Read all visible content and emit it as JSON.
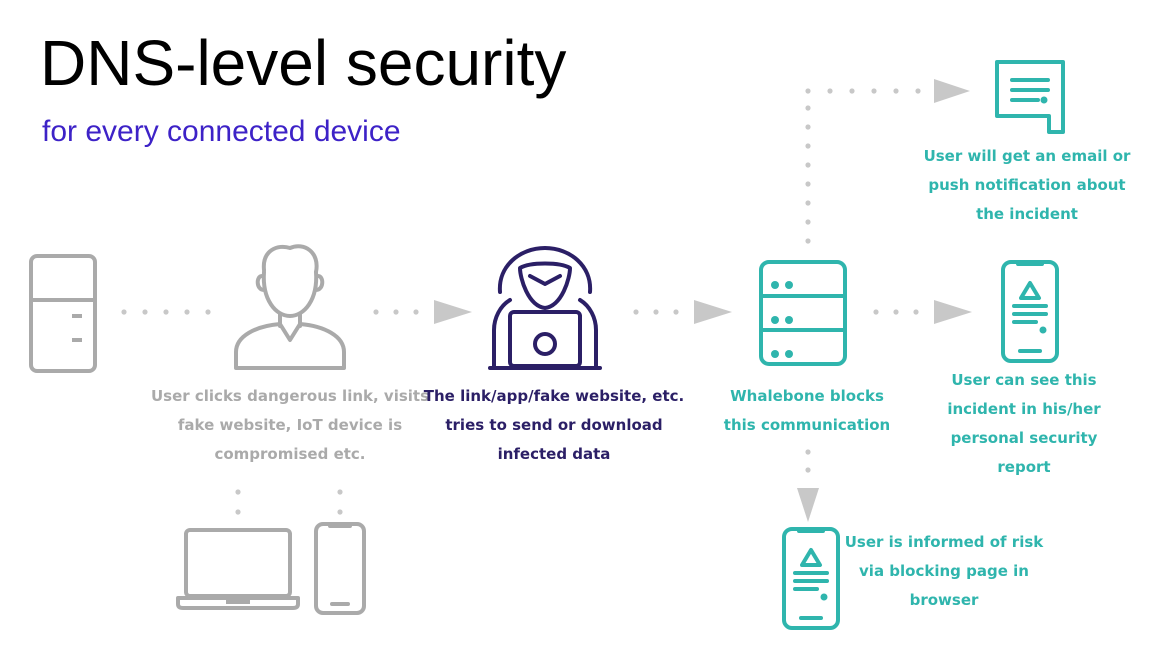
{
  "header": {
    "title": "DNS-level security",
    "subtitle": "for every connected device"
  },
  "steps": {
    "user_action": "User clicks dangerous link, visits fake website, IoT device is compromised etc.",
    "threat": "The link/app/fake website, etc. tries to send or download infected data",
    "whalebone": "Whalebone blocks this communication",
    "notification": "User will get an email or push notification about the incident",
    "report": "User can see this incident in his/her personal security report",
    "blocking_page": "User is informed of risk via blocking page in browser"
  },
  "colors": {
    "title": "#000000",
    "subtitle": "#3d22c7",
    "device_gray": "#aaaaaa",
    "threat_navy": "#2b1f66",
    "whalebone_teal": "#2fb5ad",
    "connector_gray": "#c4c4c4"
  },
  "icons": [
    "fridge-icon",
    "user-icon",
    "hacker-laptop-icon",
    "server-icon",
    "message-icon",
    "phone-alert-icon",
    "laptop-icon",
    "smartphone-icon"
  ]
}
